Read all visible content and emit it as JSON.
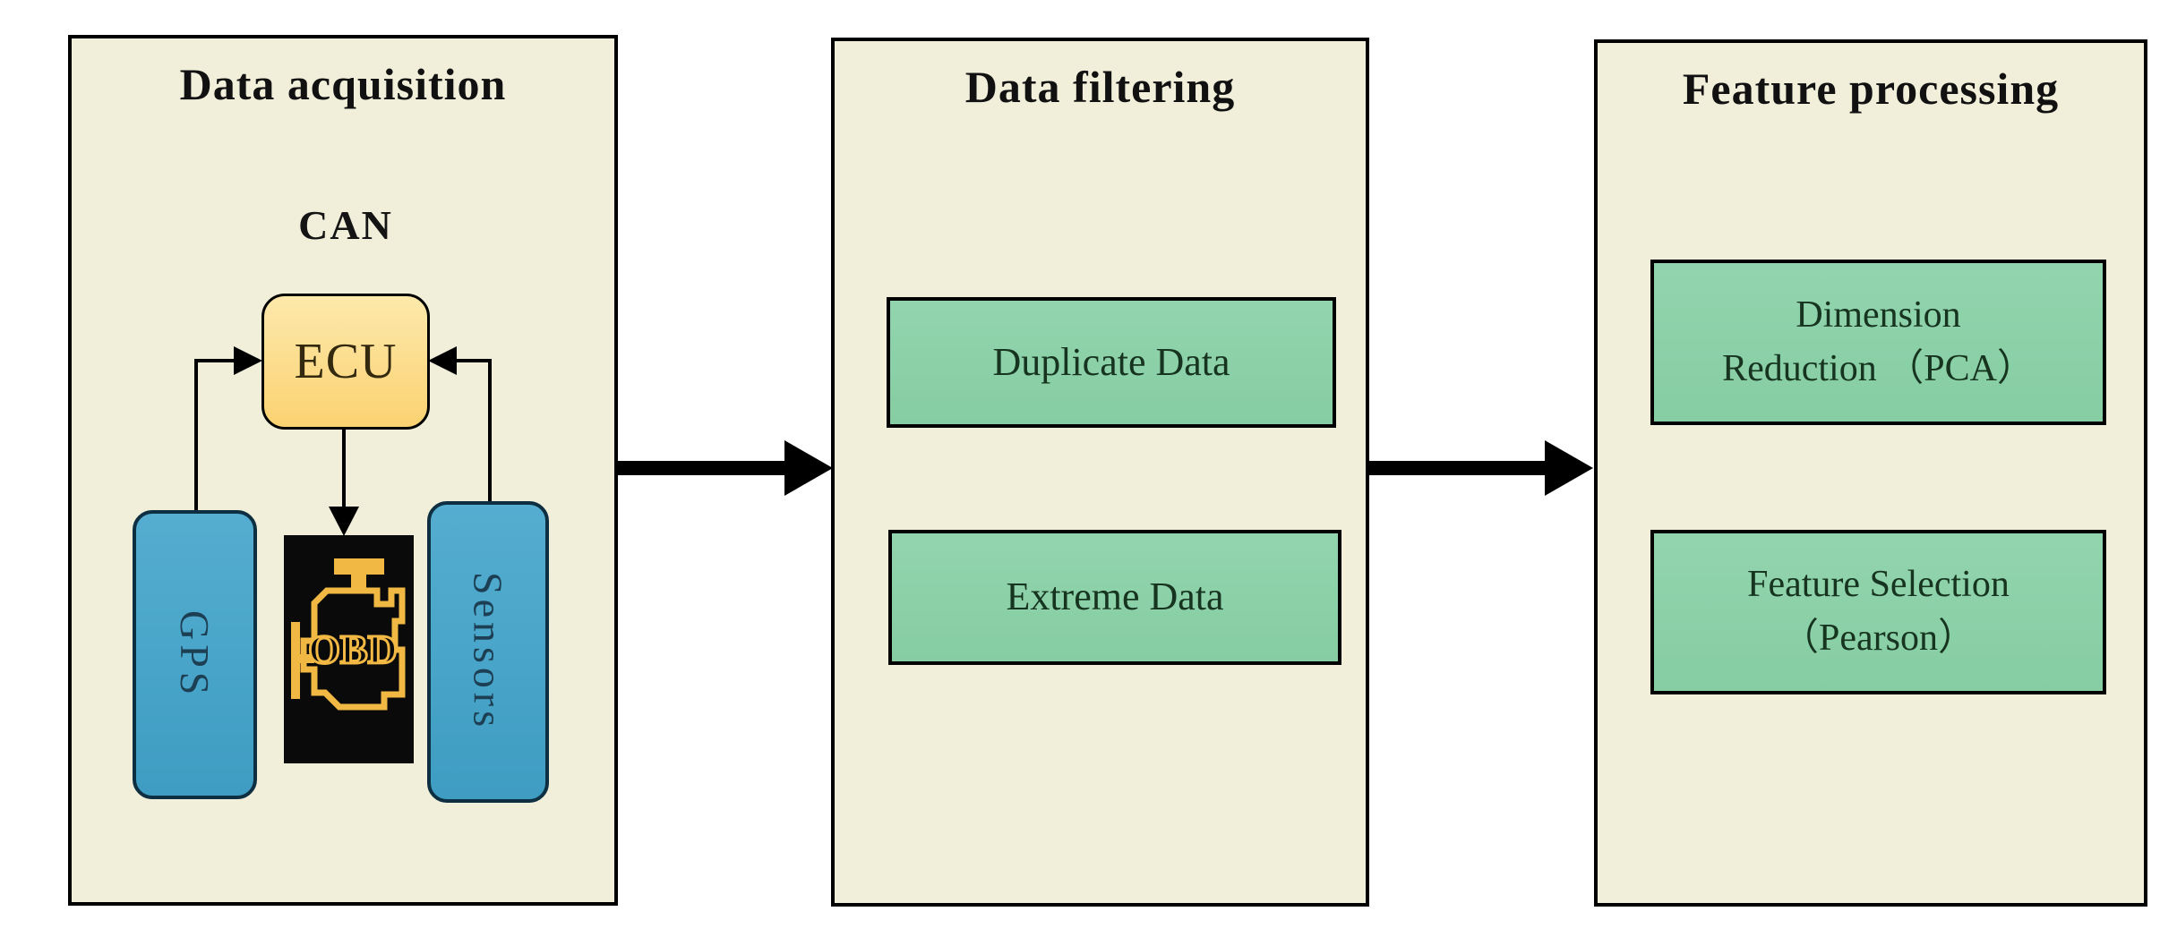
{
  "diagram": {
    "panels": {
      "acquisition": {
        "title": "Data acquisition",
        "can_label": "CAN",
        "ecu_label": "ECU",
        "gps_label": "GPS",
        "obd_label": "OBD",
        "sensors_label": "Sensors"
      },
      "filtering": {
        "title": "Data filtering",
        "duplicate_label": "Duplicate Data",
        "extreme_label": "Extreme Data"
      },
      "feature": {
        "title": "Feature processing",
        "dimension_line1": "Dimension",
        "dimension_line2": "Reduction （PCA）",
        "selection_line1": "Feature Selection",
        "selection_line2": "（Pearson）"
      }
    },
    "flow": [
      "Data acquisition -> Data filtering",
      "Data filtering -> Feature processing",
      "GPS -> ECU",
      "Sensors -> ECU",
      "ECU -> OBD"
    ],
    "colors": {
      "panel_background": "#f1eeda",
      "panel_border": "#000000",
      "ecu_yellow_top": "#fde9ac",
      "ecu_yellow_bottom": "#fbd271",
      "blue_box_fill": "#4aa6ca",
      "blue_box_border": "#0e2f41",
      "blue_box_text": "#1d3f54",
      "green_box_fill": "#86cda3",
      "green_box_text": "#16341f",
      "obd_background": "#0a0a0a",
      "obd_icon_yellow": "#f2b844",
      "arrow_color": "#000000"
    }
  }
}
